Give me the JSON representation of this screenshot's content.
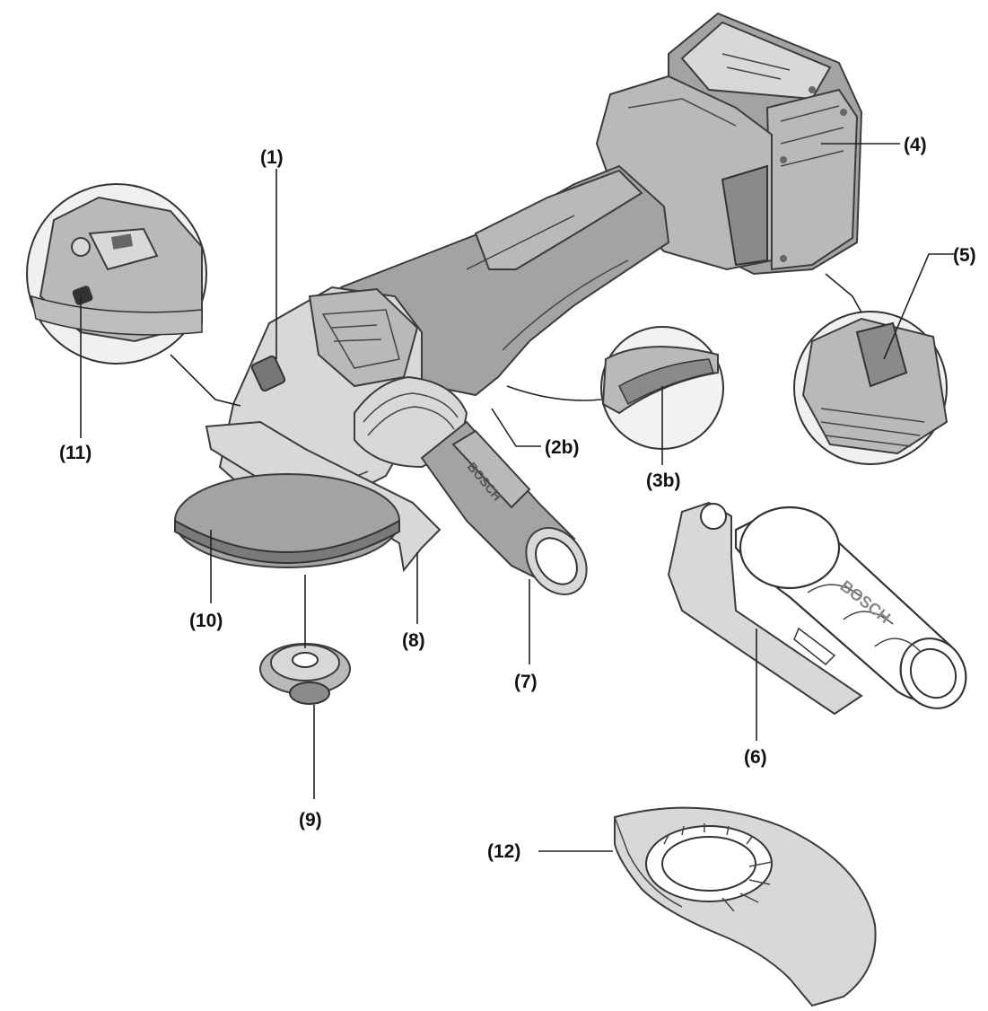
{
  "labels": {
    "c1": "(1)",
    "c2b": "(2b)",
    "c3b": "(3b)",
    "c4": "(4)",
    "c5": "(5)",
    "c6": "(6)",
    "c7": "(7)",
    "c8": "(8)",
    "c9": "(9)",
    "c10": "(10)",
    "c11": "(11)",
    "c12": "(12)"
  },
  "brand": {
    "handle_logo": "BOSCH",
    "guard_handle_logo": "BOSCH"
  }
}
